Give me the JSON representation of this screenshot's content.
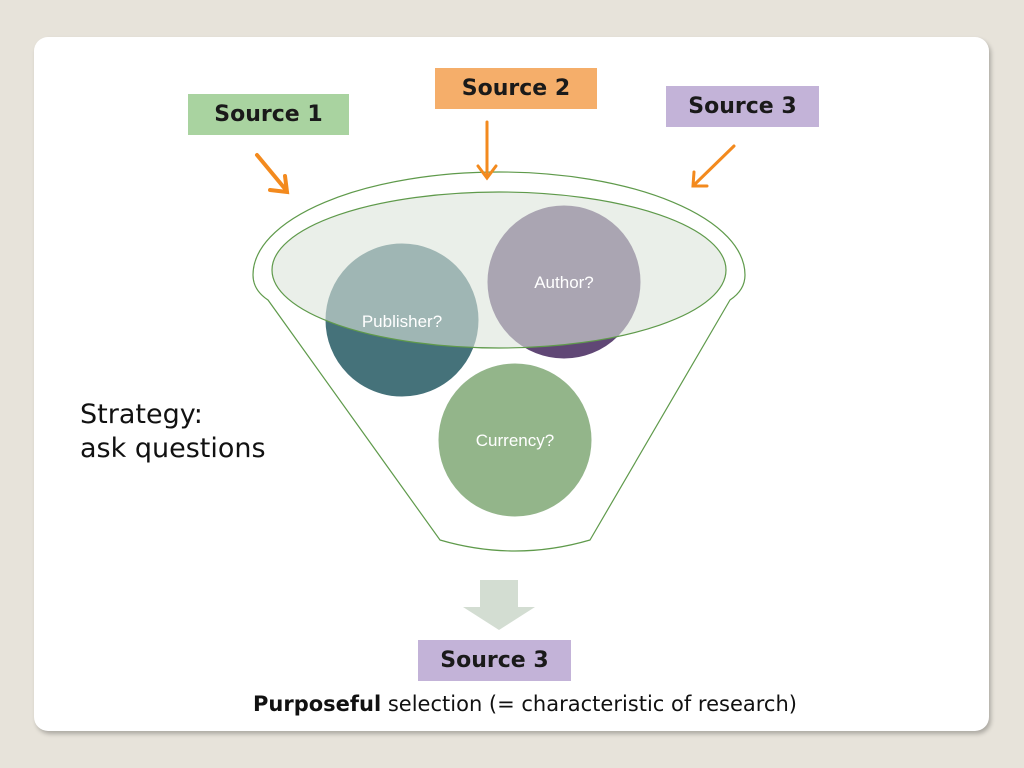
{
  "sources": {
    "source1": {
      "label": "Source 1",
      "color": "#a9d3a0"
    },
    "source2": {
      "label": "Source 2",
      "color": "#f5ae6a"
    },
    "source3": {
      "label": "Source 3",
      "color": "#c3b3d8"
    }
  },
  "output": {
    "label": "Source 3",
    "color": "#c3b3d8"
  },
  "questions": {
    "publisher": {
      "label": "Publisher?",
      "color": "#45727a"
    },
    "author": {
      "label": "Author?",
      "color": "#604775"
    },
    "currency": {
      "label": "Currency?",
      "color": "#93b58a"
    }
  },
  "strategy": {
    "line1": "Strategy:",
    "line2": "ask questions"
  },
  "footer": {
    "bold": "Purposeful",
    "rest": " selection (= characteristic of research)"
  },
  "colors": {
    "arrow": "#f38a1e",
    "funnel_stroke": "#5f9a4b",
    "down_arrow": "#d3ddd2"
  }
}
